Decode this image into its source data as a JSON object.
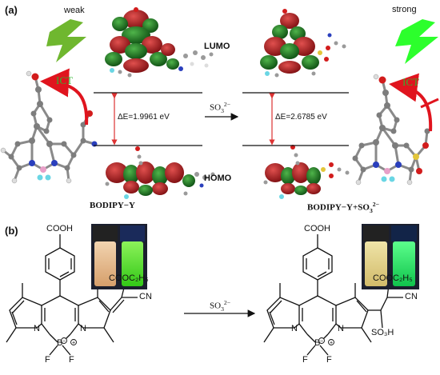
{
  "panel_a": {
    "label": "(a)",
    "weak": "weak",
    "strong": "strong",
    "ict_left": "ICT",
    "ict_right": "ICT",
    "lumo": "LUMO",
    "homo": "HOMO",
    "gap_left": "ΔE=1.9961 eV",
    "gap_right": "ΔE=2.6785  eV",
    "reagent_base": "SO",
    "reagent_sub": "3",
    "reagent_sup": "2−",
    "name_left": "BODIPY−Y",
    "name_right_base": "BODIPY−Y+SO",
    "name_right_sub": "3",
    "name_right_sup": "2−"
  },
  "panel_b": {
    "label": "(b)",
    "cooh_left": "COOH",
    "cooh_right": "COOH",
    "ester_left": "COOC₂H₅",
    "ester_right": "COOC₂H₅",
    "cn_left": "CN",
    "cn_right": "CN",
    "so3h": "SO₃H",
    "reagent_base": "SO",
    "reagent_sub": "3",
    "reagent_sup": "2−",
    "n_left_1": "N",
    "n_left_2": "N",
    "b_left": "B",
    "f_left_1": "F",
    "f_left_2": "F",
    "n_right_1": "N",
    "n_right_2": "N",
    "b_right": "B",
    "f_right_1": "F",
    "f_right_2": "F"
  },
  "colors": {
    "lightning_dark": "#6fb72f",
    "lightning_light": "#2cff2c",
    "ict_text": "#2fb42f",
    "ict_arrow": "#e0141e",
    "orbital_red": "#b3141c",
    "orbital_green": "#1d7a1d",
    "vial_left_a": "#e9c49b",
    "vial_left_b": "#5ee22a",
    "vial_right_a": "#e8d98a",
    "vial_right_b": "#27e06a"
  }
}
